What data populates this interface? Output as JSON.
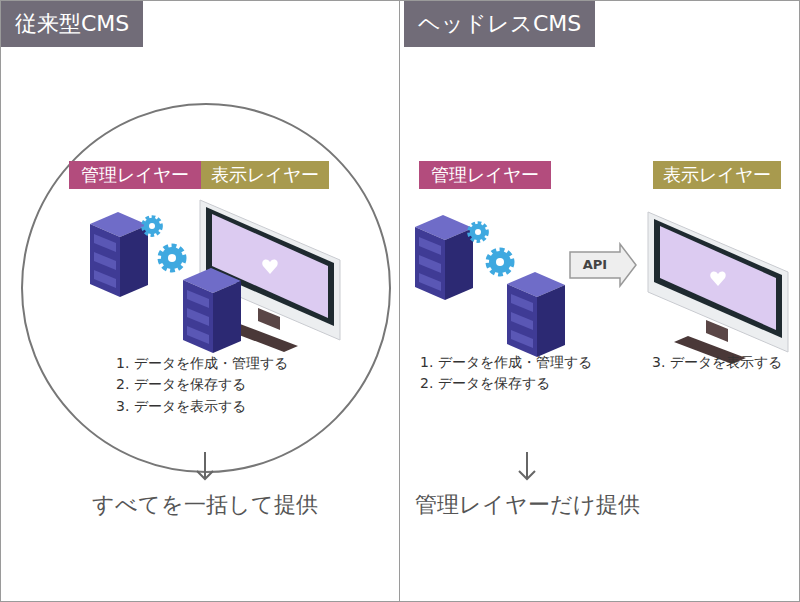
{
  "diagram": {
    "nodes": [
      {
        "text": [
          "従来型CMS"
        ]
      },
      {
        "text": [
          "1. データを作成・管理する",
          "2. データを保存する",
          "3. データを表示する"
        ],
        "in": 0
      },
      {
        "text": [
          "管理レイヤー"
        ],
        "in": 1
      },
      {
        "text": [
          "表示レイヤー"
        ],
        "in": 1
      },
      {
        "text": [
          "ヘッドレスCMS"
        ]
      },
      {
        "text": [
          "管理レイヤー"
        ],
        "in": 4
      },
      {
        "text": [
          "表示レイヤー"
        ],
        "in": 4
      }
    ],
    "labels": [
      "すべてを一括して提供",
      "API",
      "1. データを作成・管理する",
      "2. データを保存する",
      "3. データを表示する",
      "管理レイヤーだけ提供"
    ]
  }
}
